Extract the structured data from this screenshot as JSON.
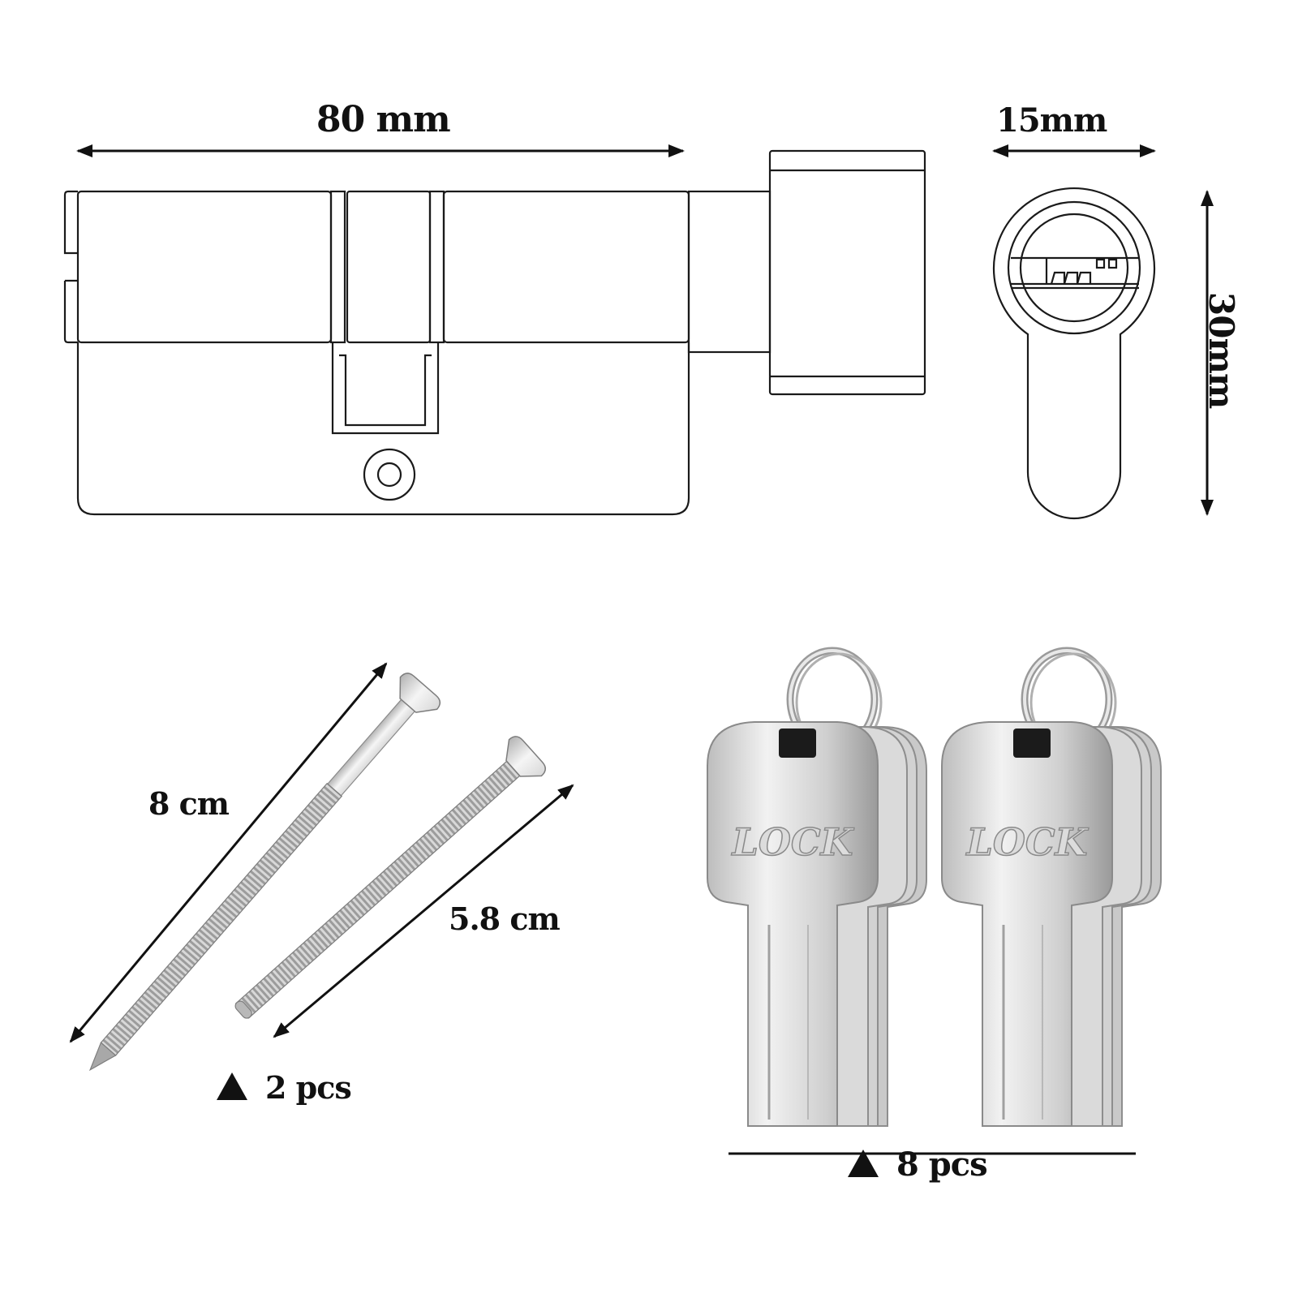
{
  "dimensions": {
    "length": "80 mm",
    "width": "15mm",
    "height": "30mm"
  },
  "screws": {
    "long_length": "8 cm",
    "short_length": "5.8 cm",
    "quantity": "2 pcs"
  },
  "keys": {
    "head_text": "LOCK",
    "quantity": "8 pcs"
  },
  "colors": {
    "line": "#1a1a1a",
    "metal_light": "#e6e6e6",
    "metal_mid": "#c4c4c4",
    "metal_dark": "#8c8c8c"
  }
}
